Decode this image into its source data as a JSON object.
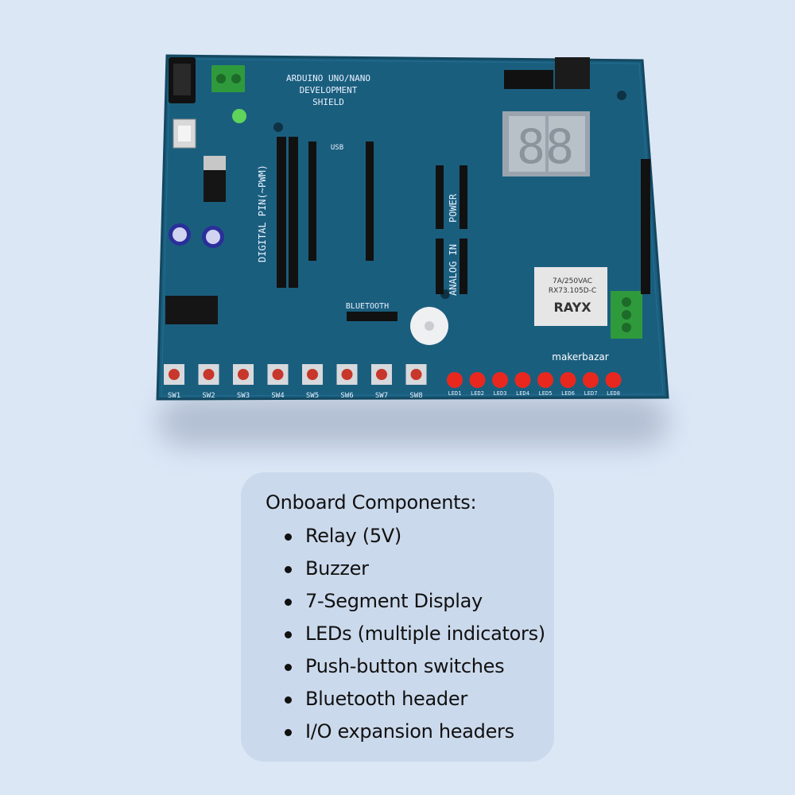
{
  "board": {
    "title_lines": [
      "ARDUINO UNO/NANO",
      "DEVELOPMENT",
      "SHIELD"
    ],
    "display_digits": "88",
    "relay_text": [
      "RAYX",
      "7A/250VAC",
      "RX73.105D-C"
    ],
    "brand": "makerbazar",
    "headers": {
      "digital": "DIGITAL PIN(~PWM)",
      "power": "POWER",
      "analog": "ANALOG IN",
      "bluetooth": "BLUETOOTH",
      "usb": "USB"
    },
    "switches": [
      "SW1",
      "SW2",
      "SW3",
      "SW4",
      "SW5",
      "SW6",
      "SW7",
      "SW8"
    ],
    "leds": [
      "LED1",
      "LED2",
      "LED3",
      "LED4",
      "LED5",
      "LED6",
      "LED7",
      "LED8"
    ],
    "colors": {
      "pcb": "#1a5e7e",
      "pcb_edge": "#134860",
      "led": "#e8281e",
      "terminal": "#2f9a3c"
    }
  },
  "card": {
    "heading": "Onboard Components:",
    "items": [
      "Relay (5V)",
      "Buzzer",
      "7-Segment Display",
      "LEDs (multiple indicators)",
      "Push-button switches",
      "Bluetooth header",
      "I/O expansion headers"
    ]
  }
}
